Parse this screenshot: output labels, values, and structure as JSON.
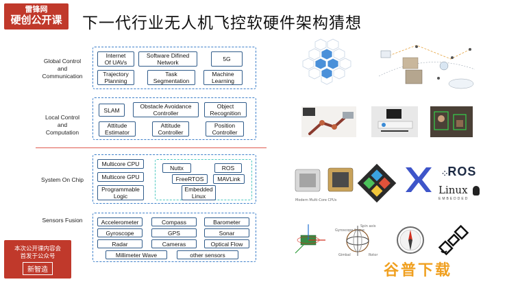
{
  "brand": {
    "line1": "雷锋网",
    "line2": "硬创公开课"
  },
  "title": "下一代行业无人机飞控软硬件架构猜想",
  "rows": {
    "global": "Global Control\nand\nCommunication",
    "local": "Local Control\nand\nComputation",
    "soc": "System On Chip",
    "sensors": "Sensors Fusion"
  },
  "global_cells": [
    "Internet\nOf UAVs",
    "Software Difined\nNetwork",
    "5G",
    "Trajectory\nPlanning",
    "Task\nSegmentation",
    "Machine\nLearning"
  ],
  "local_cells": [
    "SLAM",
    "Obstacle Avoidance\nController",
    "Object\nRecognition",
    "Attitude\nEstimator",
    "Attitude\nController",
    "Position\nController"
  ],
  "soc_hw": [
    "Multicore CPU",
    "Multicore GPU",
    "Programmable\nLogic"
  ],
  "soc_sw": [
    "Nuttx",
    "ROS",
    "FreeRTOS",
    "MAVLink",
    "Embedded\nLinux"
  ],
  "sensor_cells": [
    "Accelerometer",
    "Compass",
    "Barometer",
    "Gyroscope",
    "GPS",
    "Sonar",
    "Radar",
    "Cameras",
    "Optical Flow",
    "Millimeter Wave",
    "other sensors"
  ],
  "bottom_badge": {
    "line1": "本次公开课内容会",
    "line2": "首发于公众号",
    "button": "新智造"
  },
  "logos": {
    "ros": "ROS",
    "linux": "Linux",
    "linux_sub": "EMBEDDED"
  },
  "image_captions": {
    "chips": "Modern Multi-Core CPUs",
    "gyro_frame": "Gyroscope frame",
    "spin_axis": "Spin axis",
    "gimbal": "Gimbal",
    "rotor": "Rotor"
  },
  "watermark": "谷普下载",
  "colors": {
    "accent_red": "#c0392b",
    "box_border": "#3b7ec9",
    "soft_border": "#4cc9c0",
    "divider": "#e05a4e",
    "watermark": "#f0a020"
  }
}
